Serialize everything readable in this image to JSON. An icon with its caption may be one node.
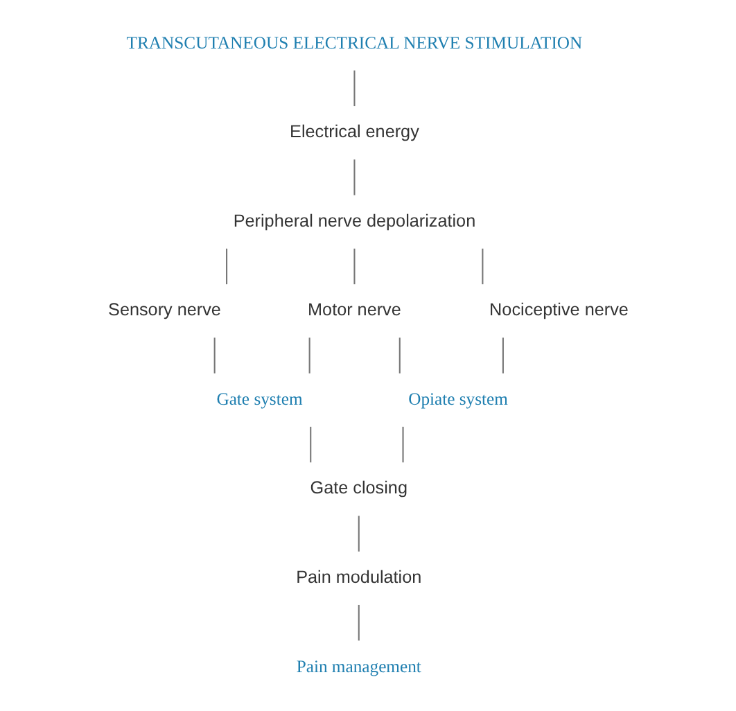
{
  "diagram": {
    "nodes": [
      {
        "text": [
          "TRANSCUTANEOUS ELECTRICAL NERVE STIMULATION"
        ]
      },
      {
        "text": [
          "Electrical energy"
        ]
      },
      {
        "text": [
          "Peripheral nerve depolarization"
        ]
      },
      {
        "text": [
          "Sensory nerve"
        ]
      },
      {
        "text": [
          "Motor nerve"
        ]
      },
      {
        "text": [
          "Nociceptive nerve"
        ]
      },
      {
        "text": [
          "Gate system"
        ]
      },
      {
        "text": [
          "Opiate system"
        ]
      },
      {
        "text": [
          "Gate closing"
        ]
      },
      {
        "text": [
          "Pain modulation"
        ]
      },
      {
        "text": [
          "Pain management"
        ]
      }
    ],
    "edges": [
      {
        "from": 0,
        "to": 1,
        "arrow": "none"
      },
      {
        "from": 1,
        "to": 2,
        "arrow": "none"
      },
      {
        "from": 2,
        "to": 3,
        "arrow": "none"
      },
      {
        "from": 2,
        "to": 4,
        "arrow": "none"
      },
      {
        "from": 2,
        "to": 5,
        "arrow": "none"
      },
      {
        "from": 3,
        "to": 6,
        "arrow": "none"
      },
      {
        "from": 4,
        "to": 6,
        "arrow": "none"
      },
      {
        "from": 4,
        "to": 7,
        "arrow": "none"
      },
      {
        "from": 5,
        "to": 7,
        "arrow": "none"
      },
      {
        "from": 6,
        "to": 8,
        "arrow": "none"
      },
      {
        "from": 7,
        "to": 8,
        "arrow": "none"
      },
      {
        "from": 8,
        "to": 9,
        "arrow": "none"
      },
      {
        "from": 9,
        "to": 10,
        "arrow": "none"
      }
    ]
  }
}
